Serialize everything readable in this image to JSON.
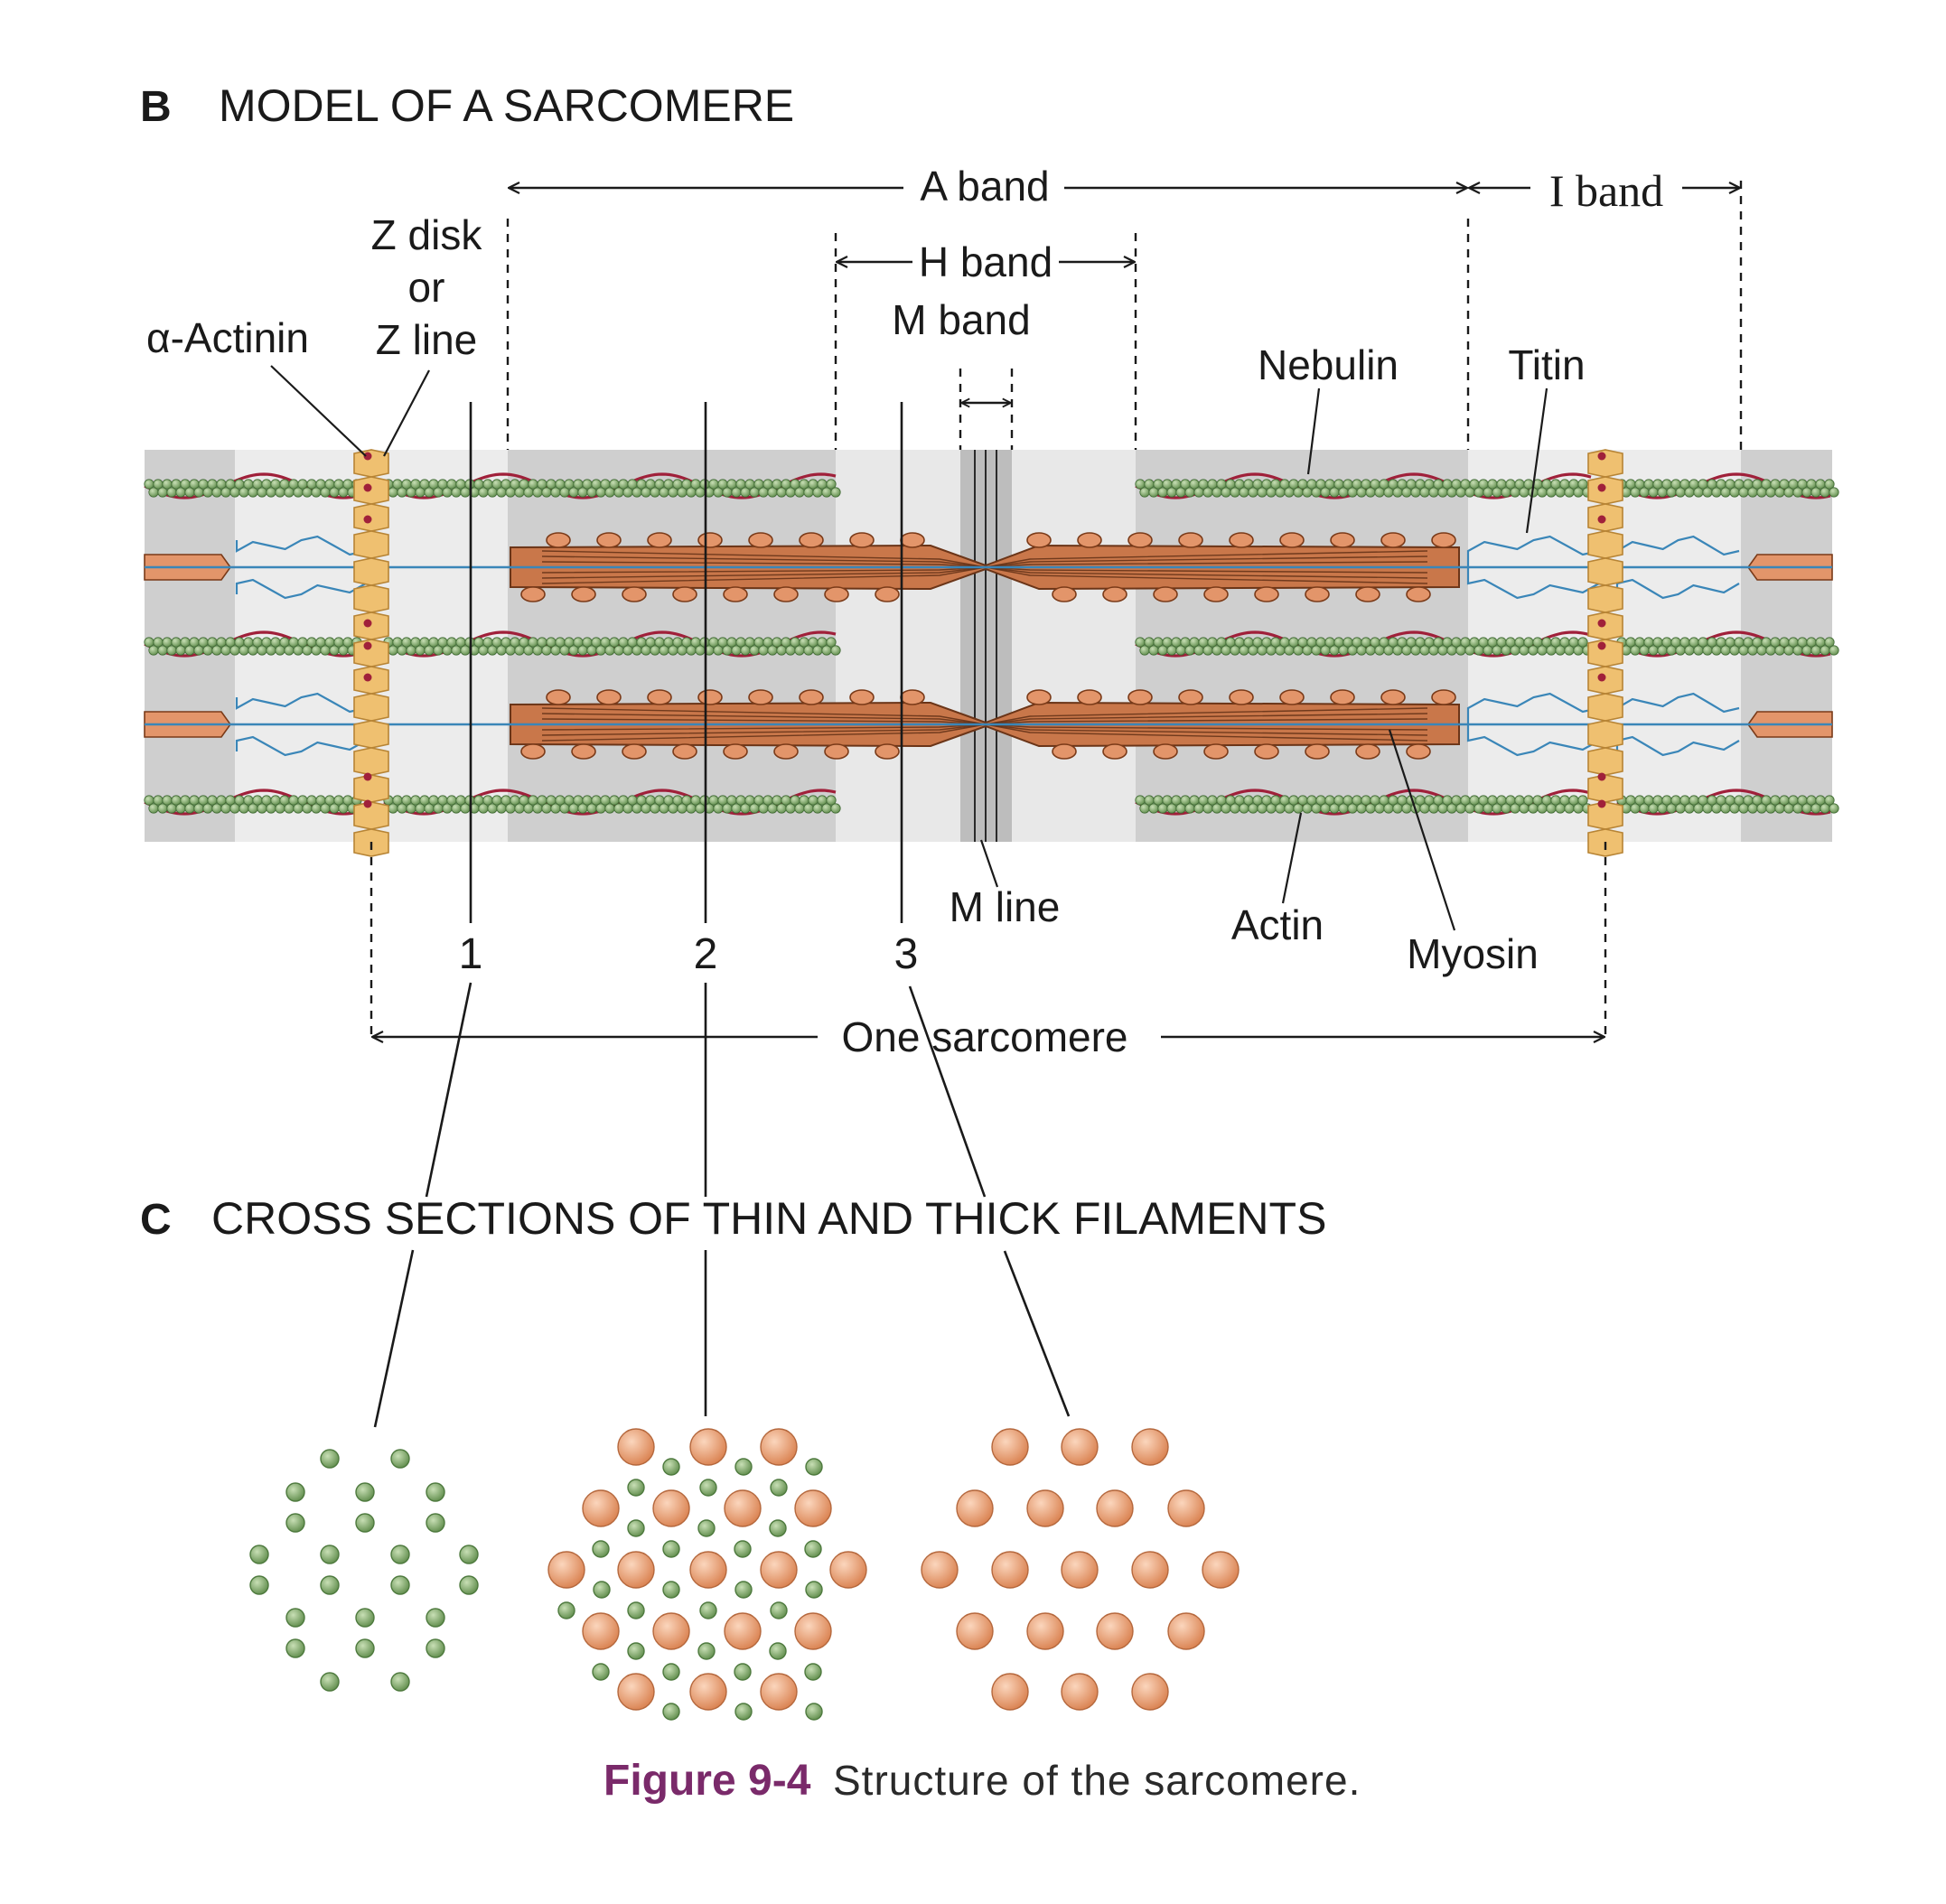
{
  "sections": {
    "b": {
      "letter": "B",
      "title": "MODEL OF A SARCOMERE"
    },
    "c": {
      "letter": "C",
      "title": "CROSS SECTIONS OF THIN AND THICK FILAMENTS"
    }
  },
  "labels": {
    "a_band": "A band",
    "i_band": "I band",
    "h_band": "H band",
    "m_band": "M band",
    "z_disk_1": "Z disk",
    "z_disk_2": "or",
    "z_disk_3": "Z line",
    "alpha_actinin": "α-Actinin",
    "nebulin": "Nebulin",
    "titin": "Titin",
    "m_line": "M line",
    "actin": "Actin",
    "myosin": "Myosin",
    "one_sarcomere": "One sarcomere",
    "section_1": "1",
    "section_2": "2",
    "section_3": "3"
  },
  "caption": {
    "figure": "Figure 9-4",
    "text": "Structure of the sarcomere."
  },
  "colors": {
    "actin": "#6f9a58",
    "myosin": "#e3956a",
    "z_disk": "#efc070",
    "titin": "#3a86b8",
    "nebulin": "#a0203a",
    "dark_band": "#cfcfcf",
    "light_band": "#ececec"
  }
}
